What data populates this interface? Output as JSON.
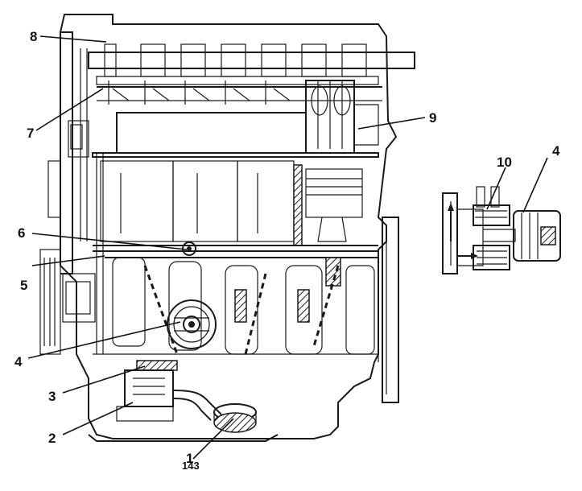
{
  "figure_number": "143",
  "callouts": [
    {
      "id": "callout-1",
      "text": "1"
    },
    {
      "id": "callout-2",
      "text": "2"
    },
    {
      "id": "callout-3",
      "text": "3"
    },
    {
      "id": "callout-4",
      "text": "4"
    },
    {
      "id": "callout-5",
      "text": "5"
    },
    {
      "id": "callout-6",
      "text": "6"
    },
    {
      "id": "callout-7",
      "text": "7"
    },
    {
      "id": "callout-8",
      "text": "8"
    },
    {
      "id": "callout-9",
      "text": "9"
    },
    {
      "id": "callout-10",
      "text": "10"
    },
    {
      "id": "callout-4-detail",
      "text": "4"
    }
  ]
}
